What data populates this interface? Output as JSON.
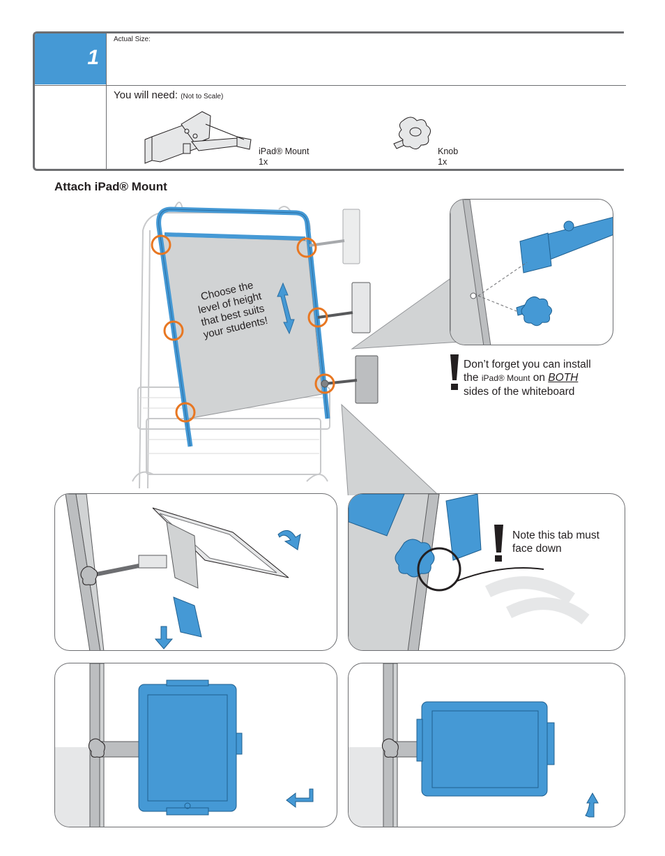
{
  "step": {
    "number": "1",
    "actual_size_label": "Actual Size:",
    "you_will_need_label": "You will need:",
    "not_to_scale_label": "(Not to Scale)",
    "parts": [
      {
        "name": "iPad® Mount",
        "qty": "1x",
        "icon": "ipad-mount-part-icon"
      },
      {
        "name": "Knob",
        "qty": "1x",
        "icon": "knob-part-icon"
      }
    ]
  },
  "section_title": "Attach iPad® Mount",
  "main_illustration": {
    "height_note": [
      "Choose the",
      "level of height",
      "that best suits",
      "your students!"
    ]
  },
  "notes": {
    "both_sides": {
      "line1": "Don’t forget you can install",
      "line2_prefix": "the",
      "line2_product": "iPad® Mount",
      "line2_on": "on",
      "line2_emphasis": "BOTH",
      "line3": "sides of the whiteboard"
    },
    "tab_down": {
      "line1": "Note this tab must",
      "line2": "face down"
    }
  },
  "colors": {
    "accent_blue": "#4599d5",
    "highlight_orange": "#e87722",
    "frame_gray": "#6d6e71",
    "board_gray": "#d1d3d4"
  }
}
